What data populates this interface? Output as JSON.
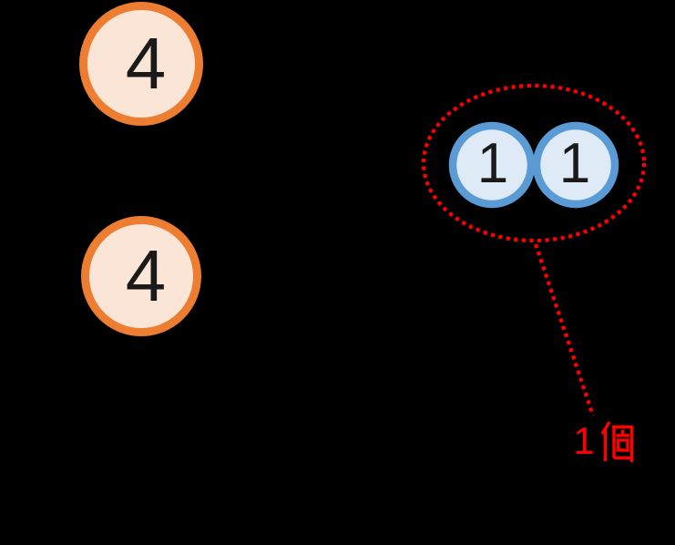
{
  "diagram": {
    "orange_circles": [
      {
        "label": "4"
      },
      {
        "label": "4"
      }
    ],
    "blue_circles": [
      {
        "label": "1"
      },
      {
        "label": "1"
      }
    ],
    "annotation": {
      "label": "1個",
      "digit": "1",
      "kanji": "個"
    },
    "colors": {
      "background": "#000000",
      "orange_border": "#ED7D31",
      "orange_fill": "#FBE5D6",
      "blue_border": "#5B9BD5",
      "blue_fill": "#DEEBF7",
      "red": "#FF0000",
      "digit_text": "#1A1A1A"
    }
  }
}
